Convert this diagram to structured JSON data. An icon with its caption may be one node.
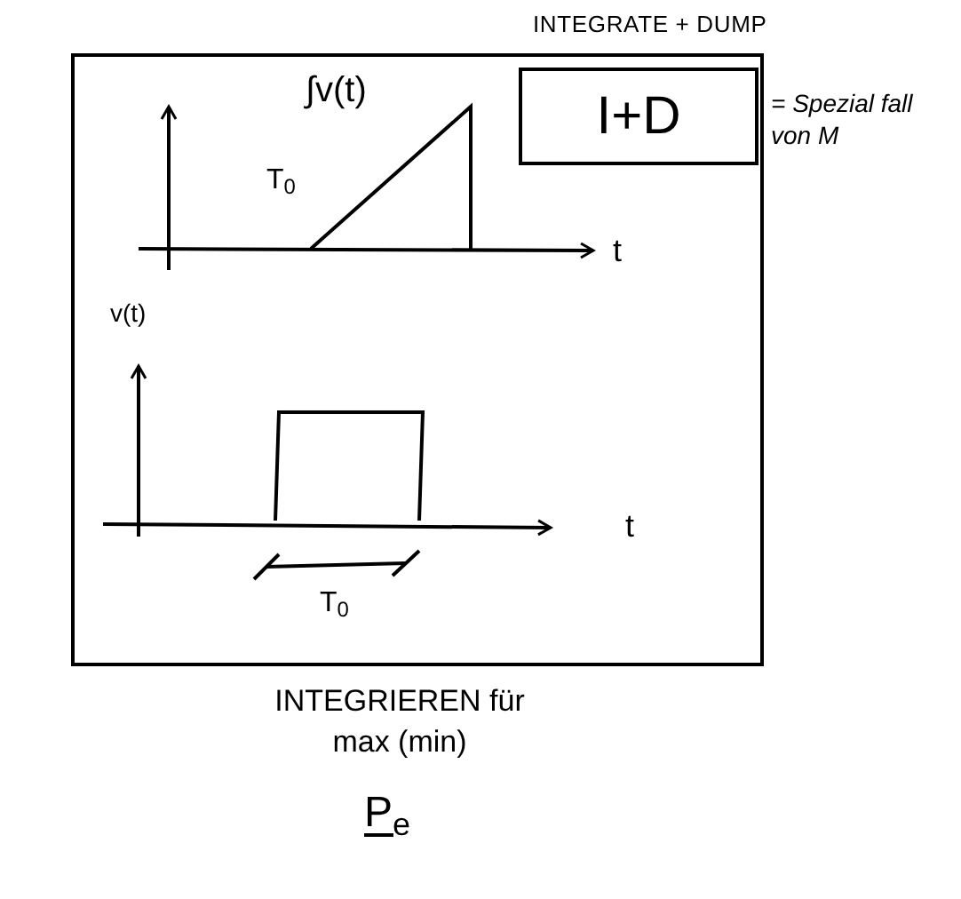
{
  "diagram": {
    "nodes": [
      {
        "text": [],
        "shape": "box"
      },
      {
        "text": [
          "I+D"
        ],
        "in": 0
      }
    ],
    "labels": [
      "INTEGRATE + DUMP",
      "∫v(t)",
      "= Spezial fall von M",
      "T$_{0}$",
      "t",
      "v(t)",
      "t",
      "T$_{0}$",
      "INTEGRIEREN für max (min)",
      "P$_{e}$"
    ]
  }
}
